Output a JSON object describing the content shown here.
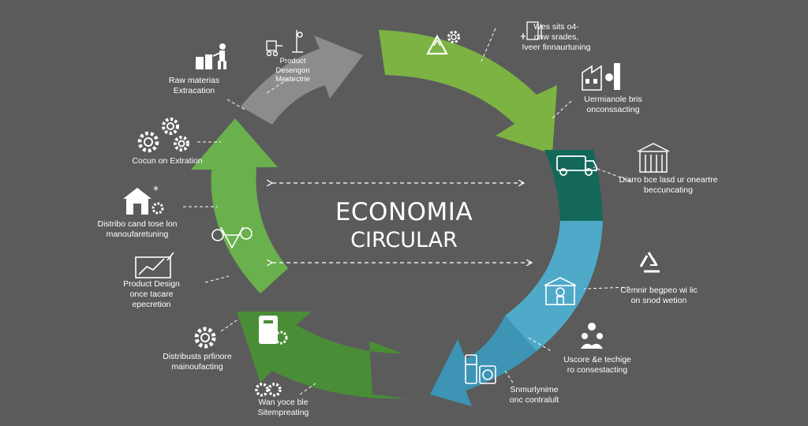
{
  "title": {
    "line1": "ECONOMIA",
    "line2": "CIRCULAR"
  },
  "colors": {
    "background": "#5b5b5b",
    "gray_arrow": "#8c8c8c",
    "green_light": "#7cb342",
    "green_mid": "#5ea33c",
    "green_dark": "#4a8d37",
    "teal_dark": "#13685a",
    "blue_light": "#4eaac8",
    "blue_mid": "#3d94b4",
    "text": "#ffffff"
  },
  "labels": {
    "raw_materials": [
      "Raw materias",
      "Extracation"
    ],
    "product_design_top": [
      "Product",
      "Desengon",
      "Mestectrie"
    ],
    "waste_top": [
      "Wes sits o4-",
      "onw srades,",
      "Iveer finnaurtuning"
    ],
    "remanufacture": [
      "Uermianole bris",
      "onconssacting"
    ],
    "distribution_right": [
      "Diarro bce lasd ur oneartre",
      "beccuncating"
    ],
    "consumer_right": [
      "Cemnir begpeo wi lic",
      "on snod wetion"
    ],
    "use_right": [
      "Uscore &e techige",
      "ro consestacting"
    ],
    "consume_bottom": [
      "Snmurlynime",
      "onc contralult"
    ],
    "waste_bottom": [
      "Wan yoce ble",
      "Sitempreating"
    ],
    "distribution_left_bottom": [
      "Distribusts prfinore",
      "mainoufacting"
    ],
    "product_design_left": [
      "Product Design",
      "once tacare",
      "epecretion"
    ],
    "distribution_left": [
      "Distribo cand tose lon",
      "manoufaretuning"
    ],
    "cocun": [
      "Cocun on Extration"
    ]
  },
  "icons": [
    "worker-icon",
    "forklift-icon",
    "recycle-triangle-icon",
    "gear-icon",
    "machine-icon",
    "factory-icon",
    "truck-icon",
    "building-icon",
    "recycle-icon",
    "store-icon",
    "hands-icon",
    "appliances-icon",
    "small-gears-icon",
    "gear-outline-icon",
    "battery-icon",
    "laptop-chart-icon",
    "house-gear-icon",
    "gears-icon",
    "sweep-icon"
  ]
}
